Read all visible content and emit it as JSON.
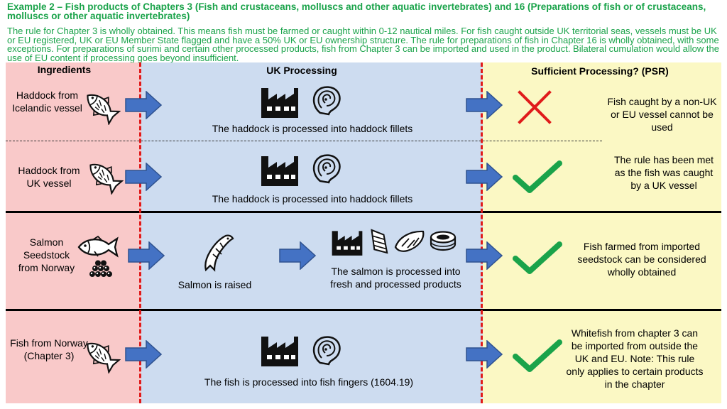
{
  "title": "Example 2 –  Fish products of Chapters 3 (Fish and crustaceans, molluscs and other aquatic invertebrates) and 16 (Preparations of fish or of crustaceans, molluscs or other aquatic invertebrates)",
  "intro": "The rule for Chapter 3 is wholly obtained. This means fish must be farmed or caught within 0-12 nautical miles. For fish caught outside UK territorial seas, vessels must be UK or EU registered, UK or EU Member State flagged and have a 50% UK or EU ownership structure. The rule for preparations of fish in Chapter 16 is wholly obtained, with some exceptions. For preparations of surimi and certain other processed products, fish from Chapter 3 can be imported and used in the product. Bilateral cumulation would allow the use of EU content if processing goes beyond insufficient.",
  "headers": {
    "ingredients": "Ingredients",
    "uk_processing": "UK Processing",
    "psr": "Sufficient Processing? (PSR)"
  },
  "rows": [
    {
      "ingredient": "Haddock from Icelandic vessel",
      "process": "The haddock is processed into haddock fillets",
      "result": "cross",
      "explanation": "Fish caught by a non-UK or EU vessel cannot be used"
    },
    {
      "ingredient": "Haddock from UK vessel",
      "process": "The haddock is processed into haddock fillets",
      "result": "check",
      "explanation": "The rule has been met as the fish was caught by a UK vessel"
    },
    {
      "ingredient": "Salmon Seedstock from Norway",
      "raise": "Salmon is raised",
      "process": "The salmon is processed into fresh and processed products",
      "result": "check",
      "explanation": "Fish farmed from imported seedstock can be considered wholly obtained"
    },
    {
      "ingredient": "Fish from Norway (Chapter 3)",
      "process": "The fish is processed into fish fingers (1604.19)",
      "result": "check",
      "explanation": "Whitefish from chapter 3 can be imported from outside the UK and EU. Note: This rule only applies to certain products in the chapter"
    }
  ],
  "colors": {
    "title_green": "#1aa34a",
    "ingredients_bg": "#f9c9c9",
    "processing_bg": "#cddcf0",
    "psr_bg": "#fbf8c4",
    "arrow_blue": "#4472c4",
    "check_green": "#1aa34a",
    "cross_red": "#e01b1b",
    "divider_red": "#e01b1b"
  },
  "icons": [
    "fish-icon",
    "factory-icon",
    "fish-steak-icon",
    "arrow-right-icon",
    "check-icon",
    "cross-icon",
    "fish-eggs-icon",
    "salmon-icon",
    "fillet-icon",
    "can-icon"
  ]
}
